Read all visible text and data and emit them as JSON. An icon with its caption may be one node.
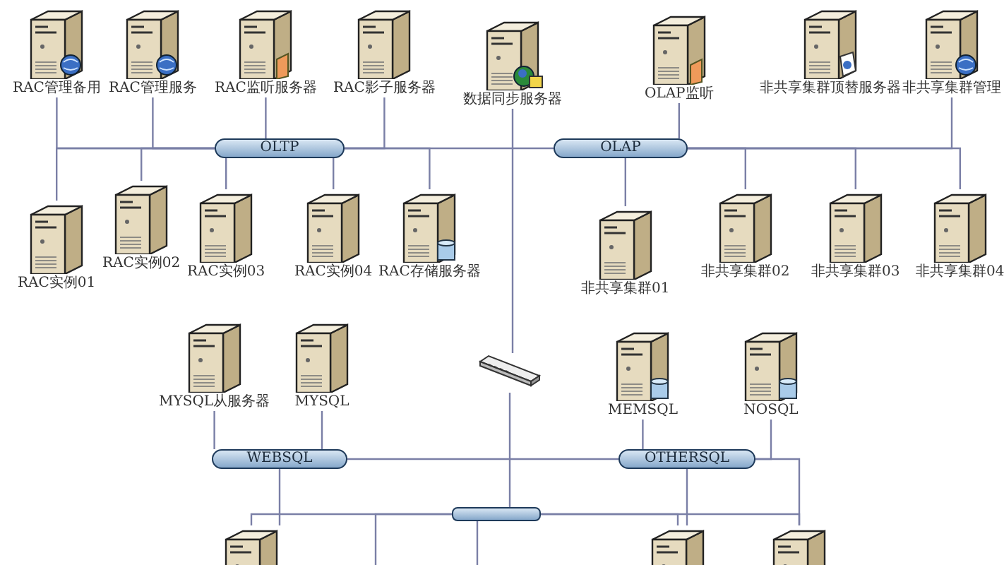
{
  "diagram": {
    "nodes": [
      {
        "text": [
          "RAC管理备用"
        ]
      },
      {
        "text": [
          "RAC管理服务"
        ]
      },
      {
        "text": [
          "RAC监听服务器"
        ]
      },
      {
        "text": [
          "RAC影子服务器"
        ]
      },
      {
        "text": [
          "数据同步服务器"
        ]
      },
      {
        "text": [
          "OLAP监听"
        ]
      },
      {
        "text": [
          "非共享集群顶替服务器"
        ]
      },
      {
        "text": [
          "非共享集群管理"
        ]
      },
      {
        "text": [
          "OLTP"
        ]
      },
      {
        "text": [
          "OLAP"
        ]
      },
      {
        "text": [
          "RAC实例01"
        ]
      },
      {
        "text": [
          "RAC实例02"
        ]
      },
      {
        "text": [
          "RAC实例03"
        ]
      },
      {
        "text": [
          "RAC实例04"
        ]
      },
      {
        "text": [
          "RAC存储服务器"
        ]
      },
      {
        "text": [
          "非共享集群01"
        ]
      },
      {
        "text": [
          "非共享集群02"
        ]
      },
      {
        "text": [
          "非共享集群03"
        ]
      },
      {
        "text": [
          "非共享集群04"
        ]
      },
      {
        "text": [],
        "shape": "picture"
      },
      {
        "text": [
          "MYSQL从服务器"
        ]
      },
      {
        "text": [
          "MYSQL"
        ]
      },
      {
        "text": [
          "MEMSQL"
        ]
      },
      {
        "text": [
          "NOSQL"
        ]
      },
      {
        "text": [
          "WEBSQL"
        ]
      },
      {
        "text": [
          "OTHERSQL"
        ]
      },
      {
        "text": [],
        "shape": "bar"
      },
      {
        "text": [],
        "shape": "picture"
      },
      {
        "text": [],
        "shape": "picture"
      },
      {
        "text": [],
        "shape": "picture"
      }
    ],
    "edges": [
      {
        "from": 0,
        "to": 8,
        "arrow": "none"
      },
      {
        "from": 1,
        "to": 8,
        "arrow": "none"
      },
      {
        "from": 2,
        "to": 8,
        "arrow": "none"
      },
      {
        "from": 3,
        "to": 8,
        "arrow": "none"
      },
      {
        "from": 10,
        "to": 8,
        "arrow": "none"
      },
      {
        "from": 11,
        "to": 8,
        "arrow": "none"
      },
      {
        "from": 12,
        "to": 8,
        "arrow": "none"
      },
      {
        "from": 13,
        "to": 8,
        "arrow": "none"
      },
      {
        "from": 14,
        "to": 8,
        "arrow": "none"
      },
      {
        "from": 8,
        "to": 9,
        "arrow": "none"
      },
      {
        "from": 5,
        "to": 9,
        "arrow": "none"
      },
      {
        "from": 7,
        "to": 9,
        "arrow": "none"
      },
      {
        "from": 15,
        "to": 9,
        "arrow": "none"
      },
      {
        "from": 16,
        "to": 9,
        "arrow": "none"
      },
      {
        "from": 17,
        "to": 9,
        "arrow": "none"
      },
      {
        "from": 18,
        "to": 9,
        "arrow": "none"
      },
      {
        "from": 4,
        "to": 19,
        "arrow": "none"
      },
      {
        "from": 19,
        "to": 26,
        "arrow": "none"
      },
      {
        "from": 20,
        "to": 24,
        "arrow": "none"
      },
      {
        "from": 21,
        "to": 24,
        "arrow": "none"
      },
      {
        "from": 24,
        "to": 25,
        "arrow": "none"
      },
      {
        "from": 22,
        "to": 25,
        "arrow": "none"
      },
      {
        "from": 23,
        "to": 25,
        "arrow": "none"
      },
      {
        "from": 24,
        "to": 27,
        "arrow": "none"
      },
      {
        "from": 27,
        "to": 26,
        "arrow": "none"
      },
      {
        "from": 26,
        "to": 28,
        "arrow": "none"
      },
      {
        "from": 26,
        "to": 29,
        "arrow": "none"
      },
      {
        "from": 25,
        "to": 28,
        "arrow": "none"
      },
      {
        "from": 25,
        "to": 29,
        "arrow": "none"
      },
      {
        "from": 26,
        "to": null,
        "arrow": "none"
      },
      {
        "from": 26,
        "to": null,
        "arrow": "none"
      }
    ]
  }
}
